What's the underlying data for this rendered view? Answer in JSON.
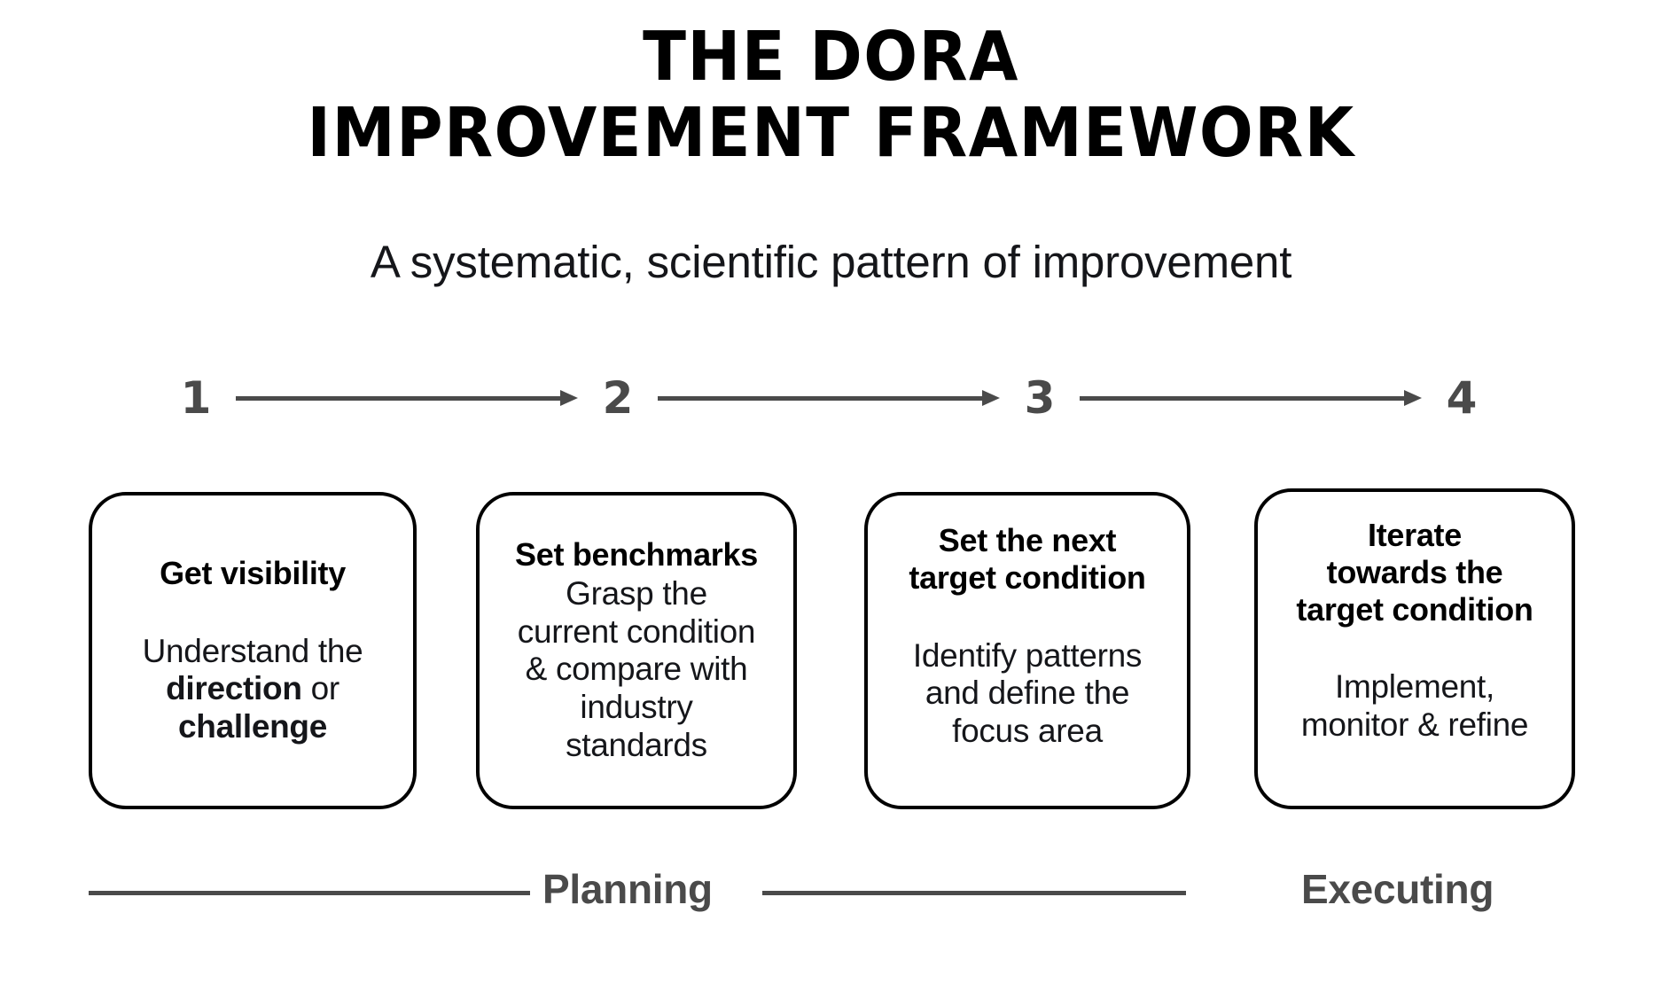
{
  "title": {
    "line1": "THE DORA",
    "line2": "IMPROVEMENT FRAMEWORK"
  },
  "subtitle": "A systematic, scientific pattern of improvement",
  "colors": {
    "accent_gray": "#4a4a4a",
    "ink": "#000000",
    "background": "#ffffff"
  },
  "steps": [
    {
      "number": "1"
    },
    {
      "number": "2"
    },
    {
      "number": "3"
    },
    {
      "number": "4"
    }
  ],
  "cards": [
    {
      "step": "1",
      "title": "Get visibility",
      "body_plain": "Understand the direction or challenge",
      "body_lines": [
        "Understand the",
        "direction or",
        "challenge"
      ],
      "emphasis": [
        "direction",
        "challenge"
      ]
    },
    {
      "step": "2",
      "title": "Set benchmarks",
      "body_plain": "Grasp the current condition & compare with industry standards",
      "body_lines": [
        "Grasp the",
        "current condition",
        "& compare with",
        "industry",
        "standards"
      ],
      "emphasis": []
    },
    {
      "step": "3",
      "title": "Set the next target condition",
      "title_lines": [
        "Set the next",
        "target condition"
      ],
      "body_plain": "Identify patterns and define the focus area",
      "body_lines": [
        "Identify patterns",
        "and define the",
        "focus area"
      ],
      "emphasis": []
    },
    {
      "step": "4",
      "title": "Iterate towards the target condition",
      "title_lines": [
        "Iterate",
        "towards the",
        "target condition"
      ],
      "body_plain": "Implement, monitor & refine",
      "body_lines": [
        "Implement,",
        "monitor & refine"
      ],
      "emphasis": []
    }
  ],
  "phases": {
    "planning_label": "Planning",
    "executing_label": "Executing"
  }
}
